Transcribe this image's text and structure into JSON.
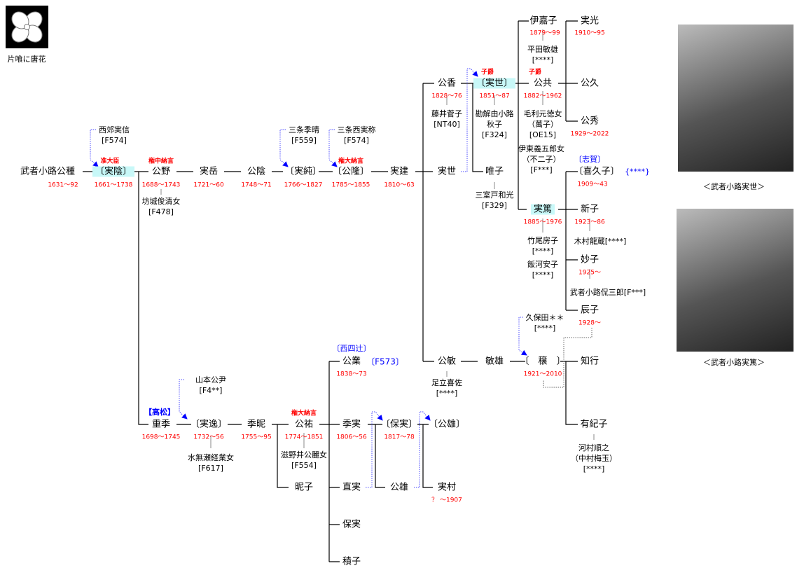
{
  "crest": {
    "label": "片喰に唐花"
  },
  "photos": [
    {
      "caption": "＜武者小路実世＞"
    },
    {
      "caption": "＜武者小路実篤＞"
    }
  ],
  "colors": {
    "date": "#ff0000",
    "title": "#ff0000",
    "branch": "#0000ff",
    "highlight": "#c8f8f8"
  },
  "nodes": {
    "kintane": {
      "name": "武者小路公種",
      "dates": "1631〜92"
    },
    "sanekage": {
      "name": "〔実陰〕",
      "title": "准大臣",
      "dates": "1661〜1738",
      "adopted_from": [
        "西郊実信",
        "[F574]"
      ]
    },
    "kinno": {
      "name": "公野",
      "title": "権中納言",
      "dates": "1688〜1743",
      "spouse": [
        "坊城俊清女",
        "[F478]"
      ]
    },
    "saneoka": {
      "name": "実岳",
      "dates": "1721〜60"
    },
    "kinkage": {
      "name": "公陰",
      "dates": "1748〜71"
    },
    "sanezumi": {
      "name": "〔実純〕",
      "dates": "1766〜1827",
      "adopted_from": [
        "三条季晴",
        "[F559]"
      ]
    },
    "kintaka": {
      "name": "〔公隆〕",
      "title": "権大納言",
      "dates": "1785〜1855",
      "adopted_from": [
        "三条西実称",
        "[F574]"
      ]
    },
    "sanetake": {
      "name": "実建",
      "dates": "1810〜63"
    },
    "saneyo_a": {
      "name": "実世"
    },
    "kinka": {
      "name": "公香",
      "dates": "1828〜76",
      "spouse": [
        "藤井菅子",
        "[NT40]"
      ]
    },
    "saneyo_b": {
      "name": "〔実世〕",
      "title": "子爵",
      "dates": "1851〜87",
      "spouse": [
        "勘解由小路",
        "秋子",
        "[F324]"
      ]
    },
    "yuiko": {
      "name": "唯子",
      "spouse": [
        "三室戸和光",
        "[F329]"
      ]
    },
    "ikako": {
      "name": "伊嘉子",
      "dates": "1879〜99",
      "spouse": [
        "平田敏雄",
        "[****]"
      ]
    },
    "kintomo": {
      "name": "公共",
      "title": "子爵",
      "dates": "1882〜1962",
      "spouse": [
        "毛利元徳女",
        "（萬子）",
        "[OE15]"
      ],
      "spouse2": [
        "伊東義五郎女",
        "（不二子）",
        "[F***]"
      ]
    },
    "saneatsu": {
      "name": "実篤",
      "dates": "1885〜1976",
      "spouse": [
        "竹尾房子",
        "[****]"
      ],
      "spouse2": [
        "飯河安子",
        "[****]"
      ]
    },
    "sanemitsu": {
      "name": "実光",
      "dates": "1910〜95"
    },
    "kinhisa": {
      "name": "公久"
    },
    "kinhide": {
      "name": "公秀",
      "dates": "1929〜2022"
    },
    "kikuko": {
      "name": "〔喜久子〕",
      "branch": "〔志賀〕",
      "note": "{****}",
      "dates": "1909〜43"
    },
    "shinko": {
      "name": "新子",
      "dates": "1923〜86",
      "spouse": [
        "木村龍蔵[****]"
      ]
    },
    "taeko": {
      "name": "妙子",
      "dates": "1925〜",
      "spouse": [
        "武者小路侃三郎[F***]"
      ]
    },
    "tatsuko": {
      "name": "辰子",
      "dates": "1928〜"
    },
    "minoru": {
      "name": "〔　穣　〕",
      "dates": "1921〜2010",
      "adopted_from": [
        "久保田＊＊",
        "[****]"
      ]
    },
    "kintoshi": {
      "name": "公敏",
      "spouse": [
        "足立喜佐",
        "[****]"
      ]
    },
    "toshio": {
      "name": "敏雄"
    },
    "tomoyuki": {
      "name": "知行"
    },
    "yukiko": {
      "name": "有紀子",
      "spouse": [
        "河村順之",
        "（中村梅玉）",
        "[****]"
      ]
    },
    "shigesue": {
      "name": "重季",
      "branch": "【高松】",
      "dates": "1698〜1745"
    },
    "saneitsu": {
      "name": "〔実逸〕",
      "dates": "1732〜56",
      "adopted_from": [
        "山本公尹",
        "[F4**]"
      ],
      "spouse": [
        "水無瀬経業女",
        "[F617]"
      ]
    },
    "suechika": {
      "name": "季昵",
      "dates": "1755〜95"
    },
    "kinsuke": {
      "name": "公祐",
      "title": "権大納言",
      "dates": "1774〜1851",
      "spouse": [
        "滋野井公麗女",
        "[F554]"
      ]
    },
    "chikako": {
      "name": "昵子"
    },
    "kinnari": {
      "name": "公業",
      "branch": "〔西四辻〕",
      "note": "〔F573〕",
      "dates": "1838〜73"
    },
    "suezane": {
      "name": "季実",
      "dates": "1806〜56"
    },
    "naozane": {
      "name": "直実"
    },
    "yasuzane_a": {
      "name": "保実"
    },
    "tsumiko": {
      "name": "積子"
    },
    "yasuzane_b": {
      "name": "〔保実〕",
      "dates": "1817〜78"
    },
    "kino_a": {
      "name": "公雄"
    },
    "kino_b": {
      "name": "〔公雄〕"
    },
    "sanemura": {
      "name": "実村",
      "dates": "？ 〜1907"
    }
  }
}
